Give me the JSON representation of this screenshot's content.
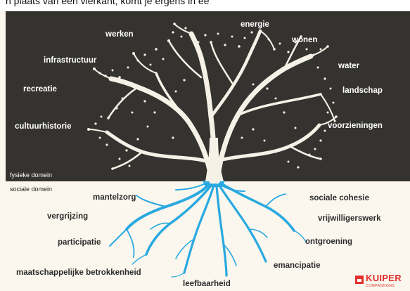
{
  "header": {
    "caption": "n plaats van een vierkant, komt je ergens in ee"
  },
  "physical_domain": {
    "label": "fysieke domein",
    "themes": [
      "werken",
      "energie",
      "wonen",
      "infrastructuur",
      "water",
      "recreatie",
      "landschap",
      "cultuurhistorie",
      "voorzieningen"
    ]
  },
  "social_domain": {
    "label": "sociale domein",
    "themes": [
      "mantelzorg",
      "sociale cohesie",
      "vergrijzing",
      "vrijwilligerswerk",
      "participatie",
      "ontgroening",
      "emancipatie",
      "maatschappelijke betrokkenheid",
      "leefbaarheid"
    ]
  },
  "logo": {
    "name": "KUIPER",
    "sub": "COMPAGNONS"
  },
  "colors": {
    "background_top": "#353330",
    "background_bottom": "#fbf7ee",
    "trunk": "#f5f1e6",
    "roots": "#29a9e0",
    "logo": "#e3302c"
  }
}
